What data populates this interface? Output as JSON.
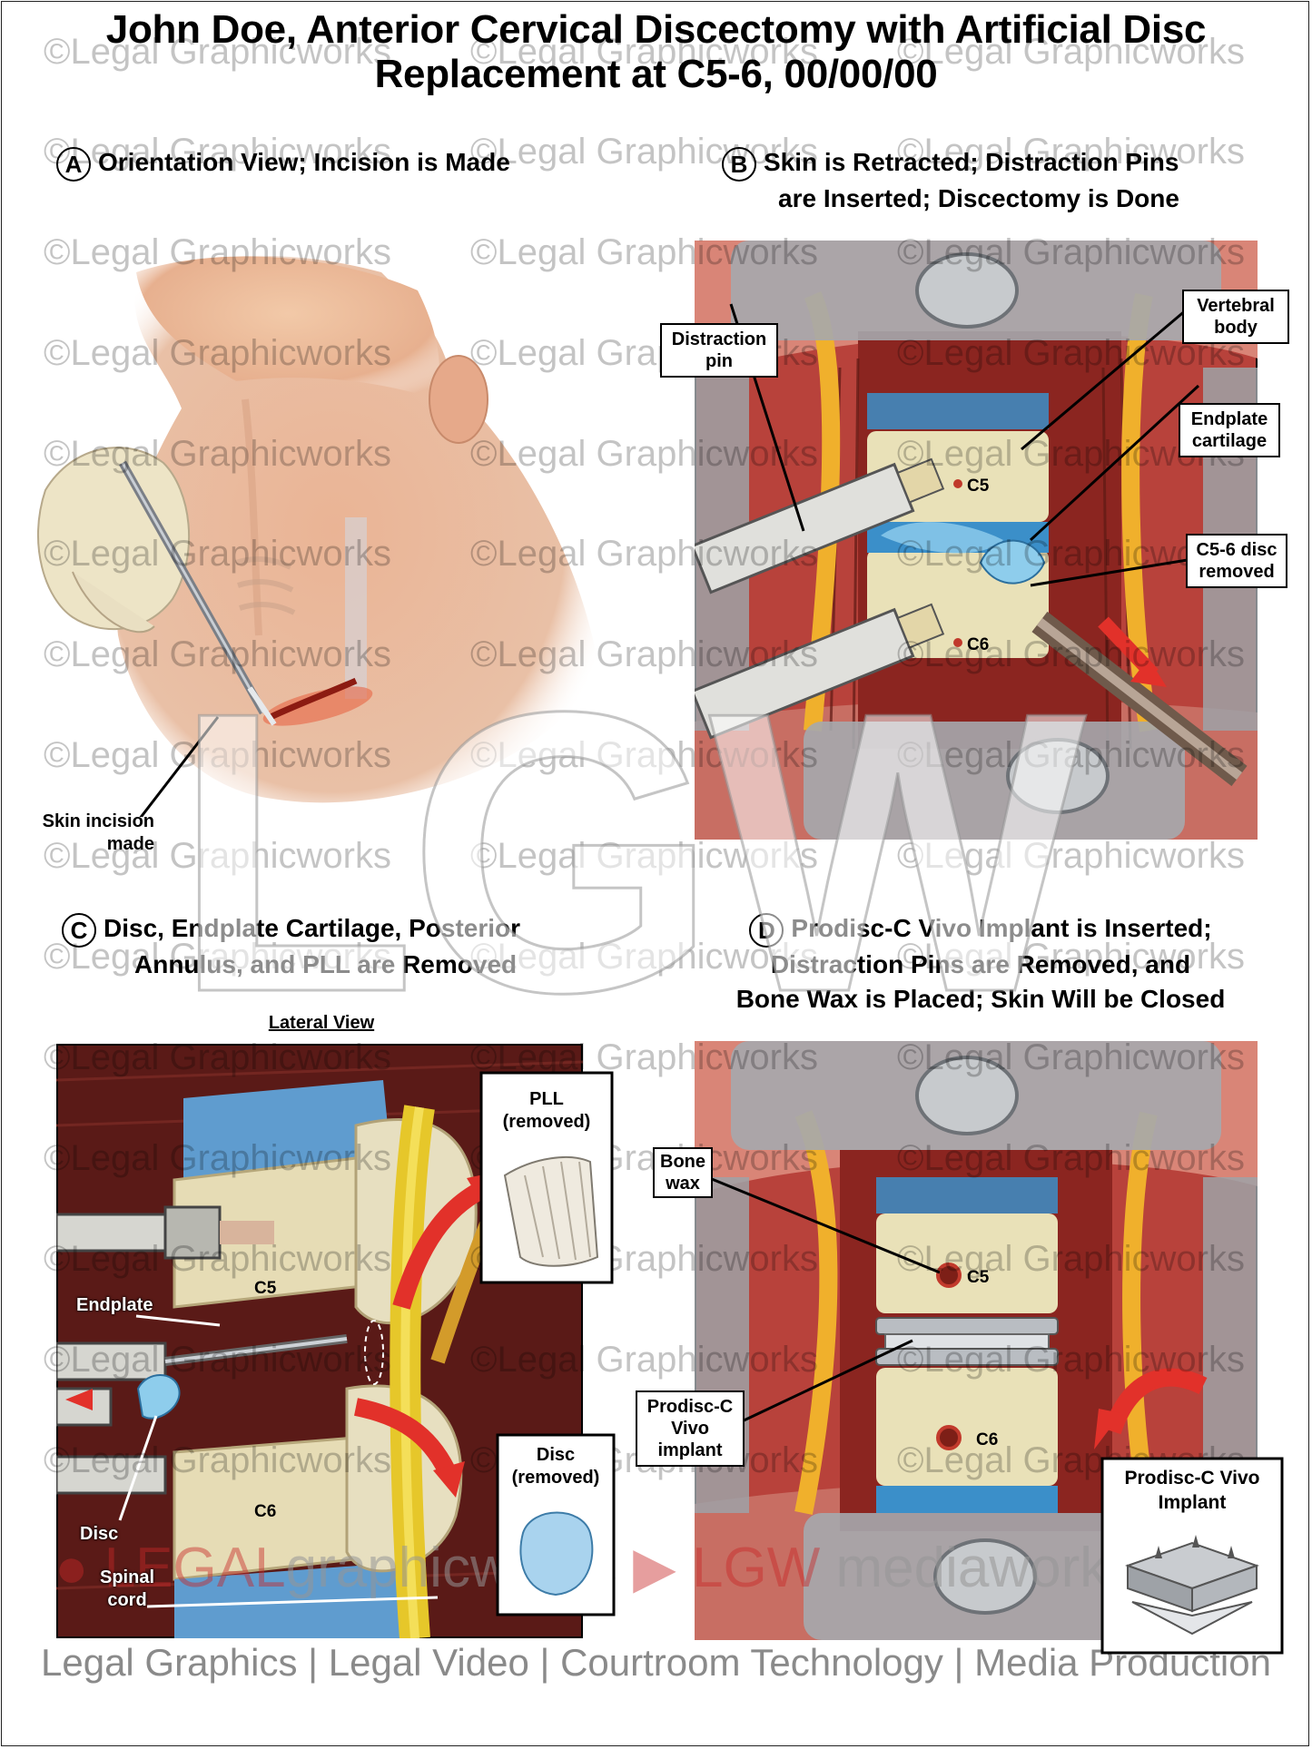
{
  "title_line1": "John Doe, Anterior Cervical Discectomy with Artificial Disc",
  "title_line2": "Replacement at C5-6, 00/00/00",
  "panels": {
    "a": {
      "letter": "A",
      "title": "Orientation View; Incision is Made",
      "labels": {
        "incision_line1": "Skin incision",
        "incision_line2": "made"
      }
    },
    "b": {
      "letter": "B",
      "title_line1": "Skin is Retracted; Distraction Pins",
      "title_line2": "are Inserted; Discectomy is Done",
      "labels": {
        "distraction_pin_line1": "Distraction",
        "distraction_pin_line2": "pin",
        "vertebral_line1": "Vertebral",
        "vertebral_line2": "body",
        "endplate_line1": "Endplate",
        "endplate_line2": "cartilage",
        "disc_removed_line1": "C5-6 disc",
        "disc_removed_line2": "removed",
        "c5": "C5",
        "c6": "C6"
      }
    },
    "c": {
      "letter": "C",
      "title_line1": "Disc, Endplate Cartilage, Posterior",
      "title_line2": "Annulus, and PLL are Removed",
      "subtitle": "Lateral View",
      "labels": {
        "pll_line1": "PLL",
        "pll_line2": "(removed)",
        "disc_box_line1": "Disc",
        "disc_box_line2": "(removed)",
        "endplate": "Endplate",
        "c5": "C5",
        "c6": "C6",
        "disc": "Disc",
        "spinal_line1": "Spinal",
        "spinal_line2": "cord"
      }
    },
    "d": {
      "letter": "D",
      "title_line1": "Prodisc-C Vivo Implant is Inserted;",
      "title_line2": "Distraction Pins are Removed, and",
      "title_line3": "Bone Wax is Placed; Skin Will be Closed",
      "labels": {
        "bone_wax_line1": "Bone",
        "bone_wax_line2": "wax",
        "prodisc_line1": "Prodisc-C",
        "prodisc_line2": "Vivo",
        "prodisc_line3": "implant",
        "implant_box_line1": "Prodisc-C Vivo",
        "implant_box_line2": "Implant",
        "c5": "C5",
        "c6": "C6"
      }
    }
  },
  "watermark": "©Legal Graphicworks",
  "brand": {
    "legal": "LEGAL",
    "graphicworks": "graphicworks",
    "lgw": "LGW",
    "mediaworks": "mediaworks",
    "big_letters": "LGW"
  },
  "footer": "Legal Graphics | Legal Video | Courtroom Technology | Media Production"
}
